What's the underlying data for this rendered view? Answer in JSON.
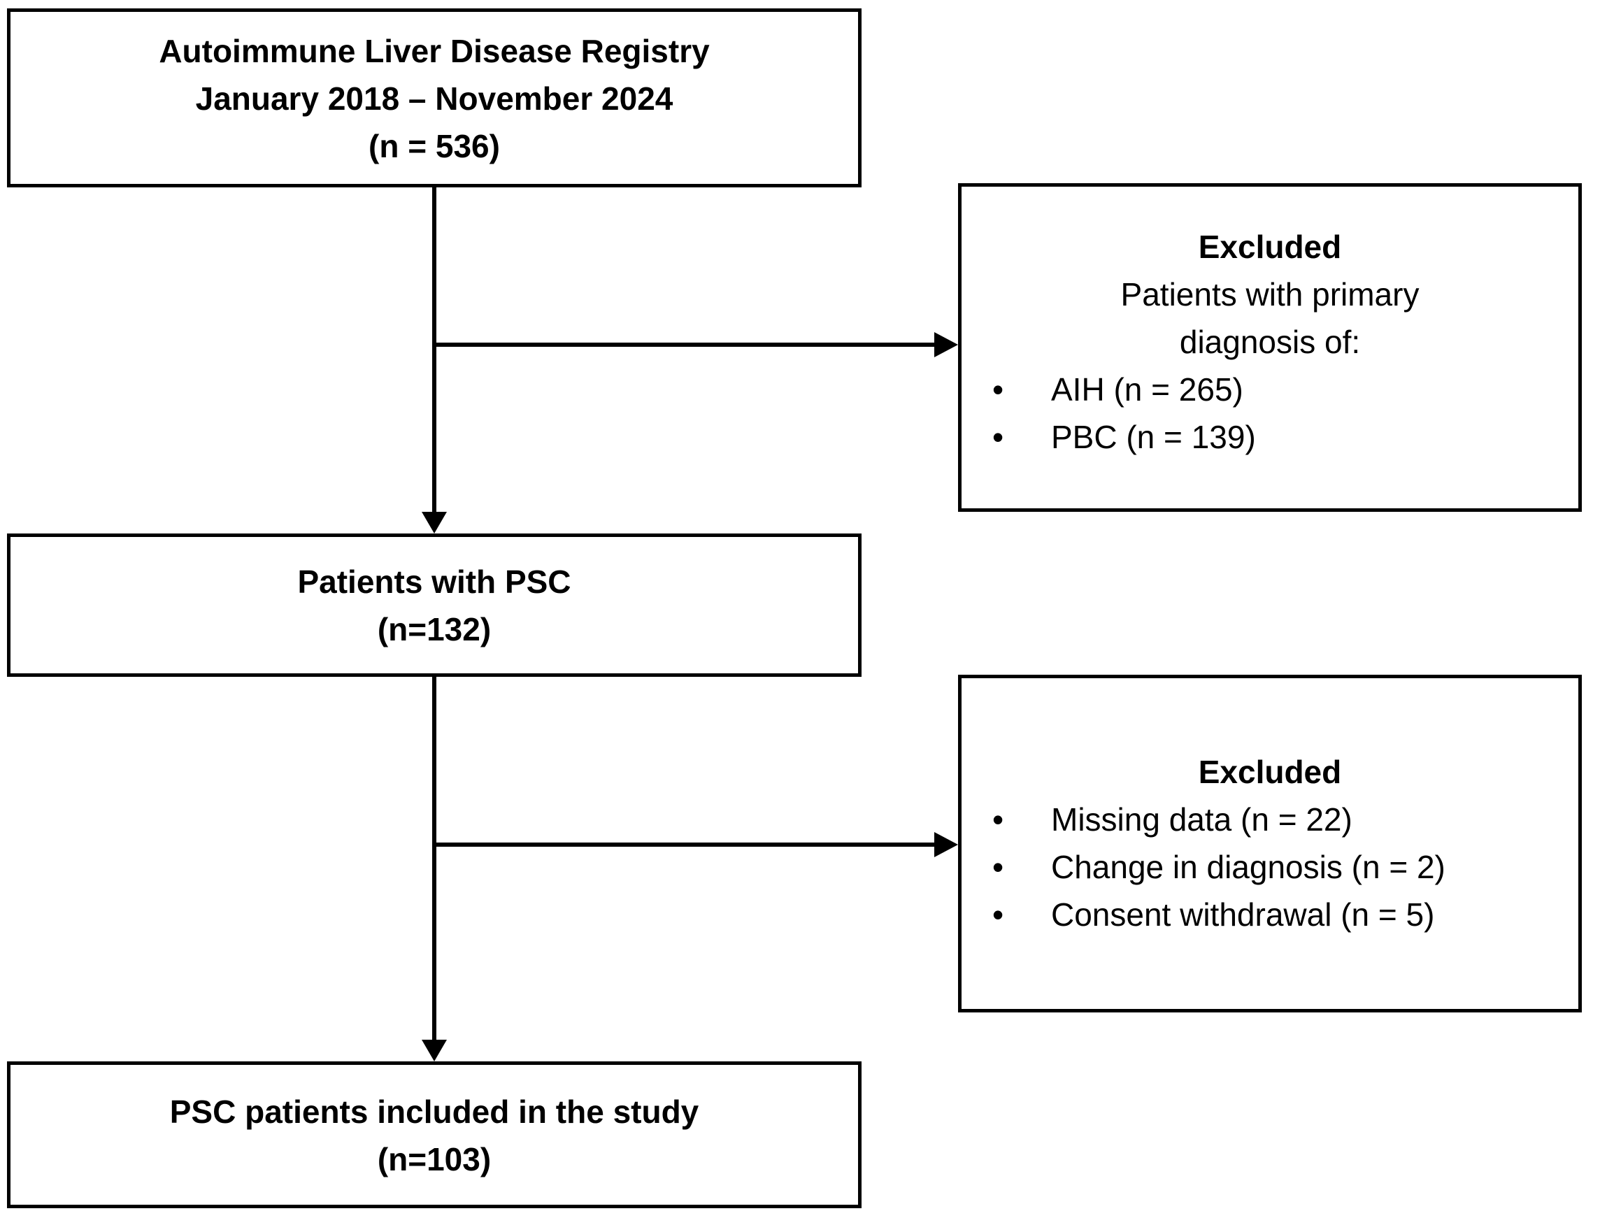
{
  "figure": {
    "background": "#ffffff",
    "line_color": "#000000",
    "text_color": "#000000",
    "bullet_glyph": "•",
    "boxes": {
      "registry": {
        "lines": [
          "Autoimmune Liver Disease Registry",
          "January 2018 – November 2024",
          "(n = 536)"
        ]
      },
      "excluded_primary": {
        "title": "Excluded",
        "description_lines": [
          "Patients with primary",
          "diagnosis of:"
        ],
        "bullets": [
          "AIH (n = 265)",
          "PBC (n = 139)"
        ]
      },
      "psc": {
        "lines": [
          "Patients with PSC",
          "(n=132)"
        ]
      },
      "excluded_followup": {
        "title": "Excluded",
        "bullets": [
          "Missing data (n = 22)",
          "Change in diagnosis (n = 2)",
          "Consent withdrawal (n = 5)"
        ]
      },
      "included": {
        "lines": [
          "PSC patients included in the study",
          "(n=103)"
        ]
      }
    }
  }
}
